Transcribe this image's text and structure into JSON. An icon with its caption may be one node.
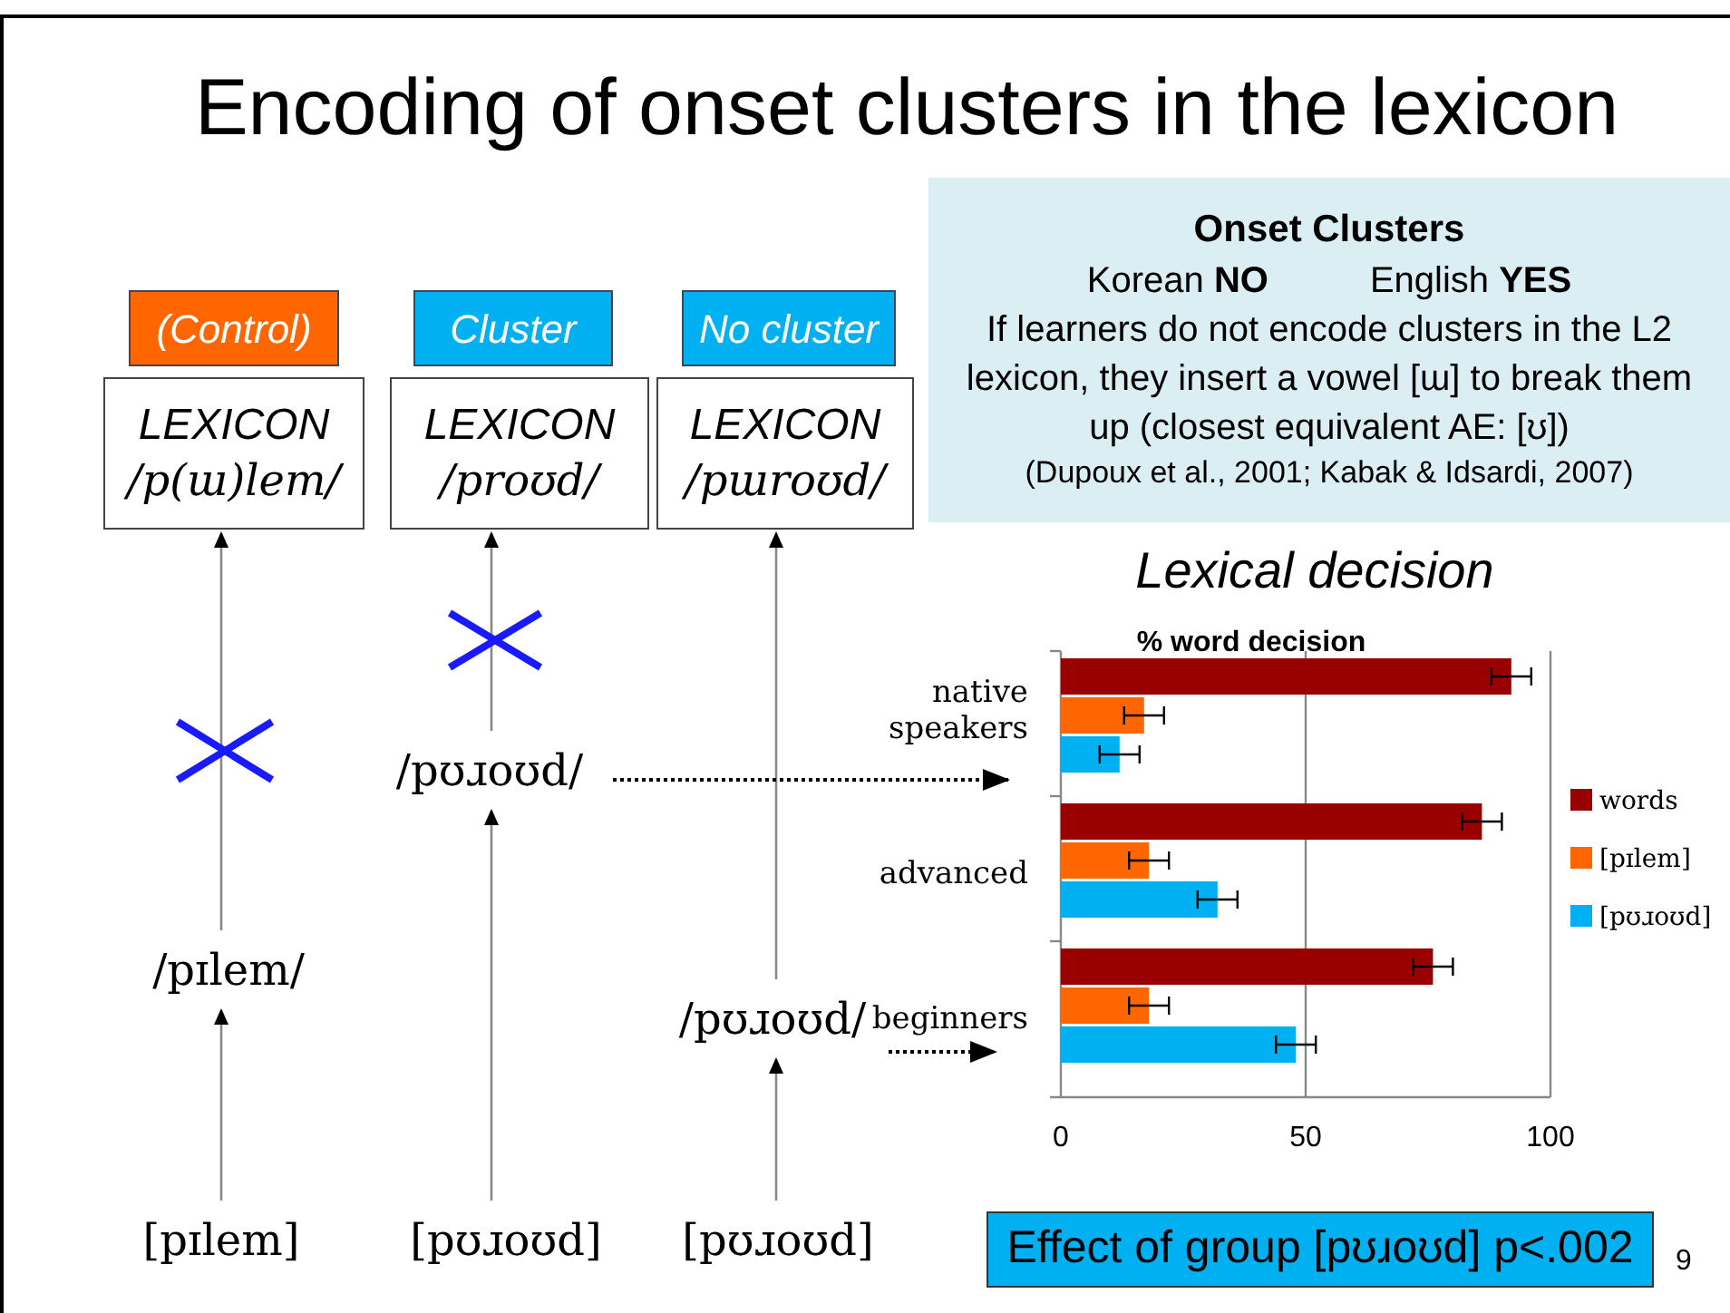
{
  "diagram": {
    "title": "Encoding of onset clusters in the lexicon",
    "nodes": [
      {
        "text": [
          "(Control)"
        ]
      },
      {
        "text": [
          "Cluster"
        ]
      },
      {
        "text": [
          "No cluster"
        ]
      },
      {
        "text": [
          "LEXICON",
          "/p(ɯ)lem/"
        ]
      },
      {
        "text": [
          "LEXICON",
          "/proʊd/"
        ]
      },
      {
        "text": [
          "LEXICON",
          "/pɯroʊd/"
        ]
      },
      {
        "text": [
          "/pɪlem/"
        ]
      },
      {
        "text": [
          "/pʊɹoʊd/"
        ]
      },
      {
        "text": [
          "/pʊɹoʊd/"
        ]
      },
      {
        "text": [
          "[pɪlem]"
        ]
      },
      {
        "text": [
          "[pʊɹoʊd]"
        ]
      },
      {
        "text": [
          "[pʊɹoʊd]"
        ]
      },
      {
        "text": [
          "Onset Clusters",
          "Korean **NO**",
          "English **YES**",
          "If learners do not encode clusters in the L2 lexicon, they insert a vowel [ɯ] to break them up (closest equivalent AE: [ʊ])",
          "(Dupoux et al., 2001; Kabak & Idsardi, 2007)"
        ]
      },
      {
        "text": [
          "Effect of group [pʊɹoʊd] p<.002"
        ]
      }
    ],
    "edges": [
      {
        "from": 9,
        "to": 6,
        "arrow": "to"
      },
      {
        "from": 6,
        "to": 3,
        "arrow": "to"
      },
      {
        "from": 10,
        "to": 7,
        "arrow": "to"
      },
      {
        "from": 7,
        "to": 4,
        "arrow": "to"
      },
      {
        "from": 11,
        "to": 8,
        "arrow": "to"
      },
      {
        "from": 8,
        "to": 5,
        "arrow": "to"
      },
      {
        "from": 7,
        "to": null,
        "arrow": "to",
        "style": "dashed",
        "color": "#000000"
      },
      {
        "from": 8,
        "to": null,
        "arrow": "to",
        "style": "dashed",
        "color": "#000000"
      }
    ],
    "labels": [
      "Lexical decision",
      "9"
    ],
    "chart_data": {
      "type": "bar",
      "orientation": "horizontal",
      "title": "% word decision",
      "categories": [
        "native speakers",
        "advanced",
        "beginners"
      ],
      "series": [
        {
          "color": "#990000",
          "values": [
            92,
            86,
            76
          ]
        },
        {
          "color": "#ff6600",
          "values": [
            17,
            18,
            18
          ]
        },
        {
          "color": "#00b0f0",
          "values": [
            12,
            32,
            48
          ]
        }
      ],
      "xlim": [
        0,
        100
      ],
      "xticks": [
        0,
        50,
        100
      ]
    },
    "legend": [
      {
        "text": "words",
        "color": "#990000"
      },
      {
        "text": "[pɪlem]",
        "color": "#ff6600"
      },
      {
        "text": "[pʊɹoʊd]",
        "color": "#00b0f0"
      }
    ]
  }
}
